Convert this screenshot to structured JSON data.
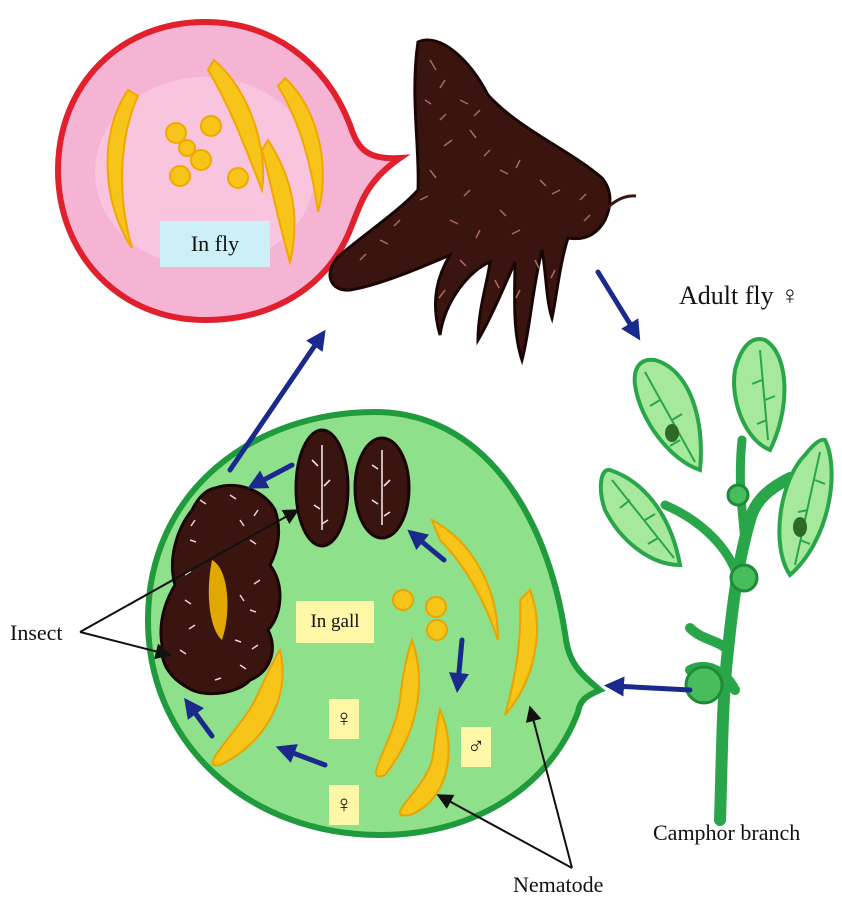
{
  "diagram": {
    "labels": {
      "in_fly": "In fly",
      "in_gall": "In gall",
      "adult_fly": "Adult fly ♀",
      "camphor_branch": "Camphor branch",
      "insect": "Insect",
      "nematode": "Nematode"
    },
    "symbols": {
      "female_1": "♀",
      "female_2": "♀",
      "male": "♂"
    },
    "colors": {
      "fly_body": "#3a1510",
      "fly_texture": "#b97070",
      "pink_bubble_fill": "#f6b4d4",
      "pink_bubble_border": "#e0202c",
      "gall_fill": "#8fe08a",
      "gall_border": "#1f9a3c",
      "nematode_yellow": "#f7c41a",
      "arrow_navy": "#1a2a8c",
      "leaf_fill": "#a6e89c",
      "leaf_border": "#2aa64a"
    }
  }
}
